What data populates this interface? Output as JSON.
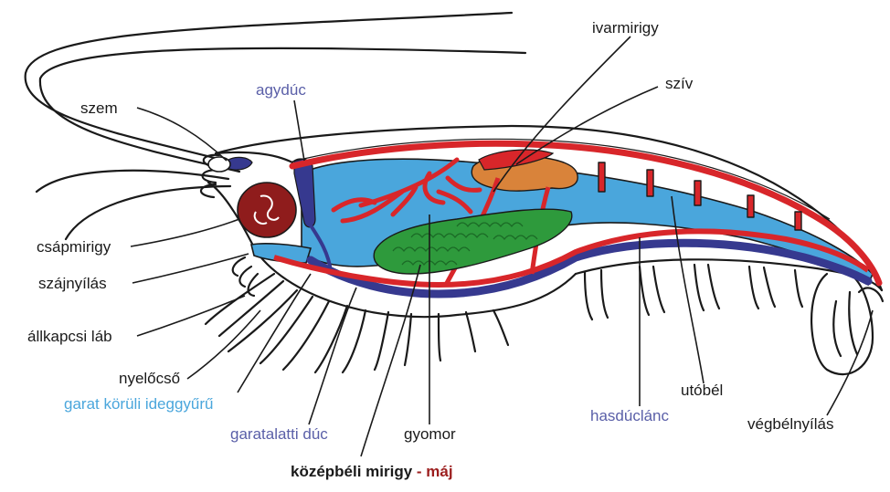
{
  "colors": {
    "outline": "#1a1a1a",
    "gut_blue": "#4aa6dc",
    "nerve_blue": "#36398f",
    "vessel_red": "#d8262a",
    "heart_orange": "#d9833a",
    "gland_dark_red": "#8f1c1c",
    "liver_green": "#2e9a3c",
    "label_blue": "#5a5fa8",
    "label_light_blue": "#4aa6dc",
    "label_dark_red": "#9c1e1e"
  },
  "labels": {
    "szem": "szem",
    "agyduc": "agydúc",
    "ivarmirigy": "ivarmirigy",
    "sziv": "szív",
    "csapmirigy": "csápmirigy",
    "szajnyilas": "szájnyílás",
    "allkapcsi_lab": "állkapcsi láb",
    "nyelocso": "nyelőcső",
    "garat_koruli": "garat körüli ideggyűrű",
    "garatalatti_duc": "garatalatti dúc",
    "gyomor": "gyomor",
    "hasduclanc": "hasdúclánc",
    "utobel": "utóbél",
    "vegbelnyilas": "végbélnyílás",
    "kozepbeli_mirigy": "középbéli mirigy",
    "maj_suffix": " - máj"
  }
}
